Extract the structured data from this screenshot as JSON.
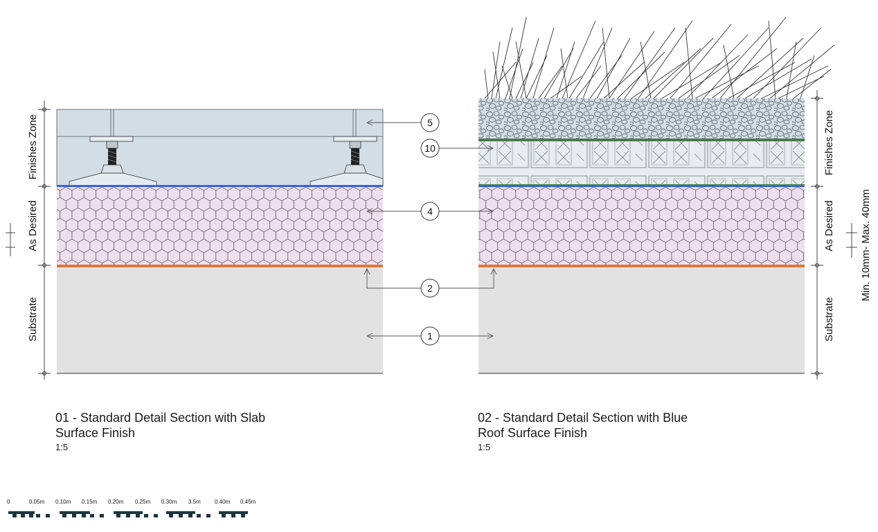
{
  "sections": [
    {
      "id": "01",
      "title_line1": "01 - Standard Detail Section with Slab",
      "title_line2": "Surface Finish",
      "scale": "1:5",
      "zones": [
        "Finishes Zone",
        "As Desired",
        "Substrate"
      ]
    },
    {
      "id": "02",
      "title_line1": "02 - Standard Detail Section with Blue",
      "title_line2": "Roof Surface Finish",
      "scale": "1:5",
      "zones": [
        "Finishes Zone",
        "As Desired",
        "Substrate"
      ]
    }
  ],
  "callouts": [
    "5",
    "10",
    "4",
    "2",
    "1"
  ],
  "side_note": "Min. 10mm- Max. 40mm",
  "scale_bar": {
    "ticks": [
      "0",
      "0.05m",
      "0.10m",
      "0.15m",
      "0.20m",
      "0.25m",
      "0.30m",
      "3.5m",
      "0.40m",
      "0.45m"
    ]
  },
  "colors": {
    "finishes_zone": "#d2dde6",
    "insulation": "#eedfee",
    "membrane": "#d77a3a",
    "blue_layer": "#3366dd",
    "substrate": "#e2e2e2",
    "line": "#333333"
  }
}
